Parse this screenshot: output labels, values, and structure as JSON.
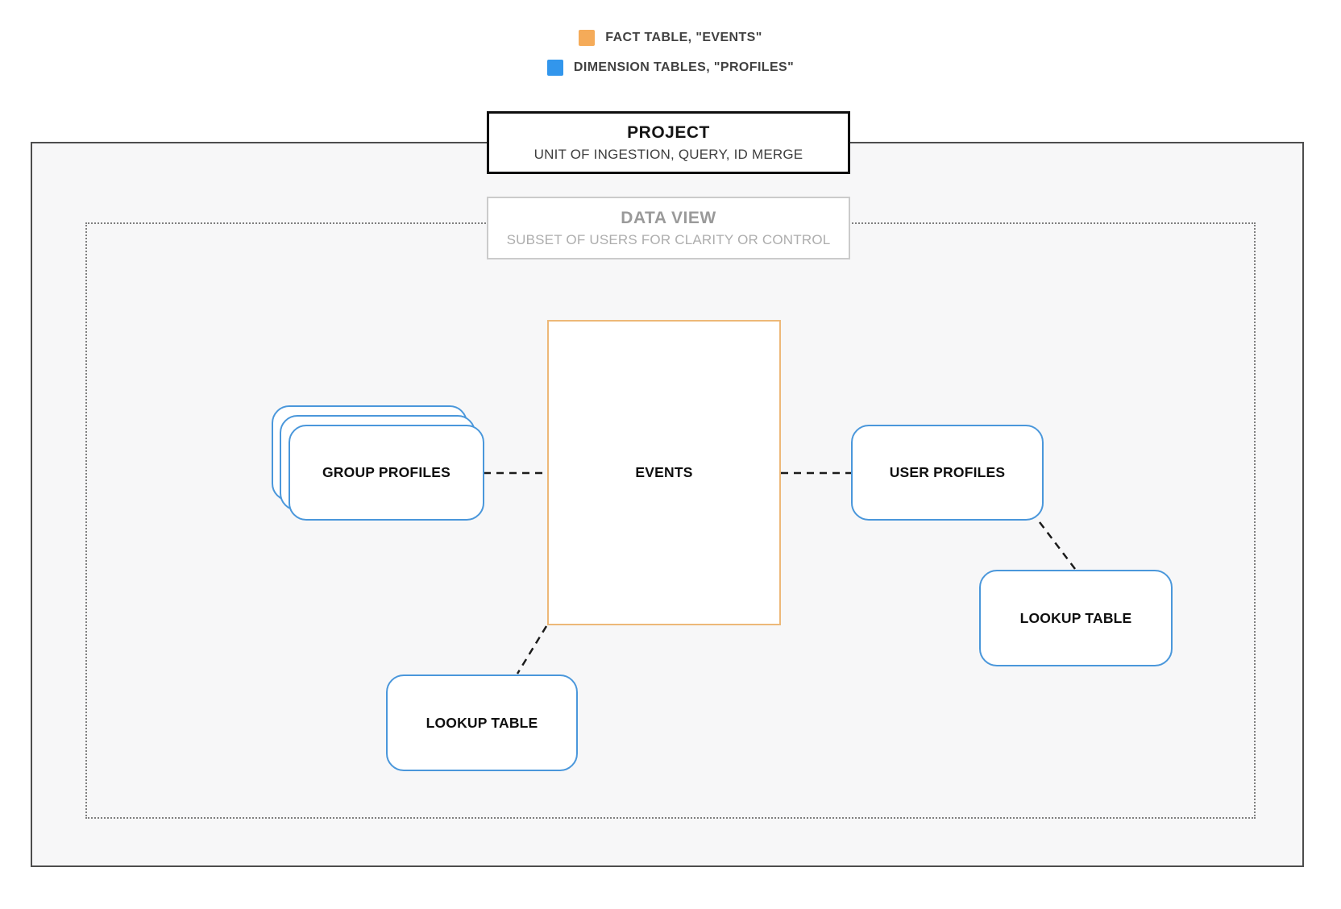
{
  "legend": {
    "items": [
      {
        "id": "fact-table",
        "label": "FACT TABLE, \"EVENTS\"",
        "swatch_color": "#f5ab59"
      },
      {
        "id": "dimension-tables",
        "label": "DIMENSION TABLES, \"PROFILES\"",
        "swatch_color": "#3296ec"
      }
    ]
  },
  "containers": {
    "project": {
      "title": "PROJECT",
      "subtitle": "UNIT OF INGESTION, QUERY, ID MERGE"
    },
    "data_view": {
      "title": "DATA VIEW",
      "subtitle": "SUBSET OF USERS FOR CLARITY OR CONTROL"
    }
  },
  "nodes": {
    "events": {
      "label": "EVENTS",
      "kind": "fact-table",
      "border_color": "#edb878"
    },
    "group_profiles": {
      "label": "GROUP PROFILES",
      "kind": "dimension-table",
      "stacked": true,
      "border_color": "#4a97db"
    },
    "user_profiles": {
      "label": "USER PROFILES",
      "kind": "dimension-table",
      "border_color": "#4a97db"
    },
    "lookup_table_bottom": {
      "label": "LOOKUP TABLE",
      "kind": "dimension-table",
      "border_color": "#4a97db"
    },
    "lookup_table_right": {
      "label": "LOOKUP TABLE",
      "kind": "dimension-table",
      "border_color": "#4a97db"
    }
  },
  "edges": [
    {
      "from": "group_profiles",
      "to": "events",
      "style": "dashed"
    },
    {
      "from": "events",
      "to": "user_profiles",
      "style": "dashed"
    },
    {
      "from": "user_profiles",
      "to": "lookup_table_right",
      "style": "dashed"
    },
    {
      "from": "events",
      "to": "lookup_table_bottom",
      "style": "dashed"
    }
  ]
}
